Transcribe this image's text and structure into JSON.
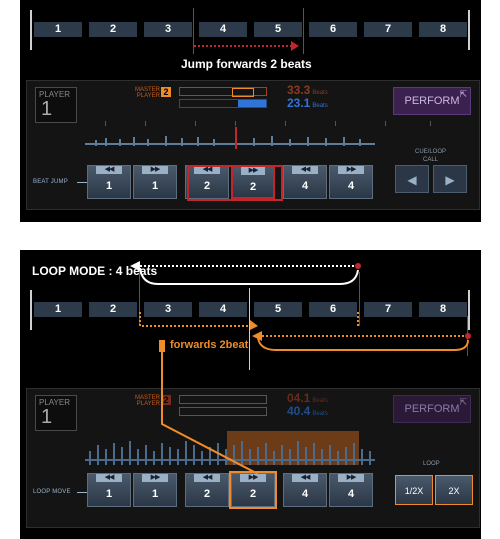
{
  "beats": [
    "1",
    "2",
    "3",
    "4",
    "5",
    "6",
    "7",
    "8"
  ],
  "top": {
    "caption": "Jump forwards 2 beats",
    "player": {
      "label": "PLAYER",
      "number": "1"
    },
    "master": {
      "label1": "MASTER",
      "label2": "PLAYER",
      "number": "2"
    },
    "bpm": {
      "orange": "33.3",
      "blue": "23.1",
      "unit": "Beats"
    },
    "perform_label": "PERFORM",
    "side_label": "BEAT JUMP",
    "cue_label": "CUE/LOOP",
    "call_label": "CALL",
    "pads": [
      {
        "group": "1",
        "values": [
          "1",
          "1"
        ]
      },
      {
        "group": "2",
        "values": [
          "2",
          "2"
        ]
      },
      {
        "group": "4",
        "values": [
          "4",
          "4"
        ]
      }
    ],
    "arrows": {
      "back": "◀◀",
      "fwd": "▶▶"
    },
    "cue_left": "◀",
    "cue_right": "▶"
  },
  "bottom": {
    "loop_mode_caption": "LOOP MODE : 4 beats",
    "forwards_caption": "forwards 2beat",
    "player": {
      "label": "PLAYER",
      "number": "1"
    },
    "master": {
      "label1": "MASTER",
      "label2": "PLAYER",
      "number": "2"
    },
    "bpm": {
      "orange": "04.1",
      "blue": "40.4",
      "unit": "Beats"
    },
    "perform_label": "PERFORM",
    "side_label": "LOOP MOVE",
    "loop_label": "LOOP",
    "pads": [
      {
        "group": "1",
        "values": [
          "1",
          "1"
        ]
      },
      {
        "group": "2",
        "values": [
          "2",
          "2"
        ]
      },
      {
        "group": "4",
        "values": [
          "4",
          "4"
        ]
      }
    ],
    "loop_half": "1/2X",
    "loop_double": "2X",
    "arrows": {
      "back": "◀◀",
      "fwd": "▶▶"
    }
  },
  "colors": {
    "accent_red": "#c0262a",
    "accent_orange": "#ee8b2a",
    "pad_blue": "#2c3a4a",
    "perform_purple": "#3b2150"
  }
}
